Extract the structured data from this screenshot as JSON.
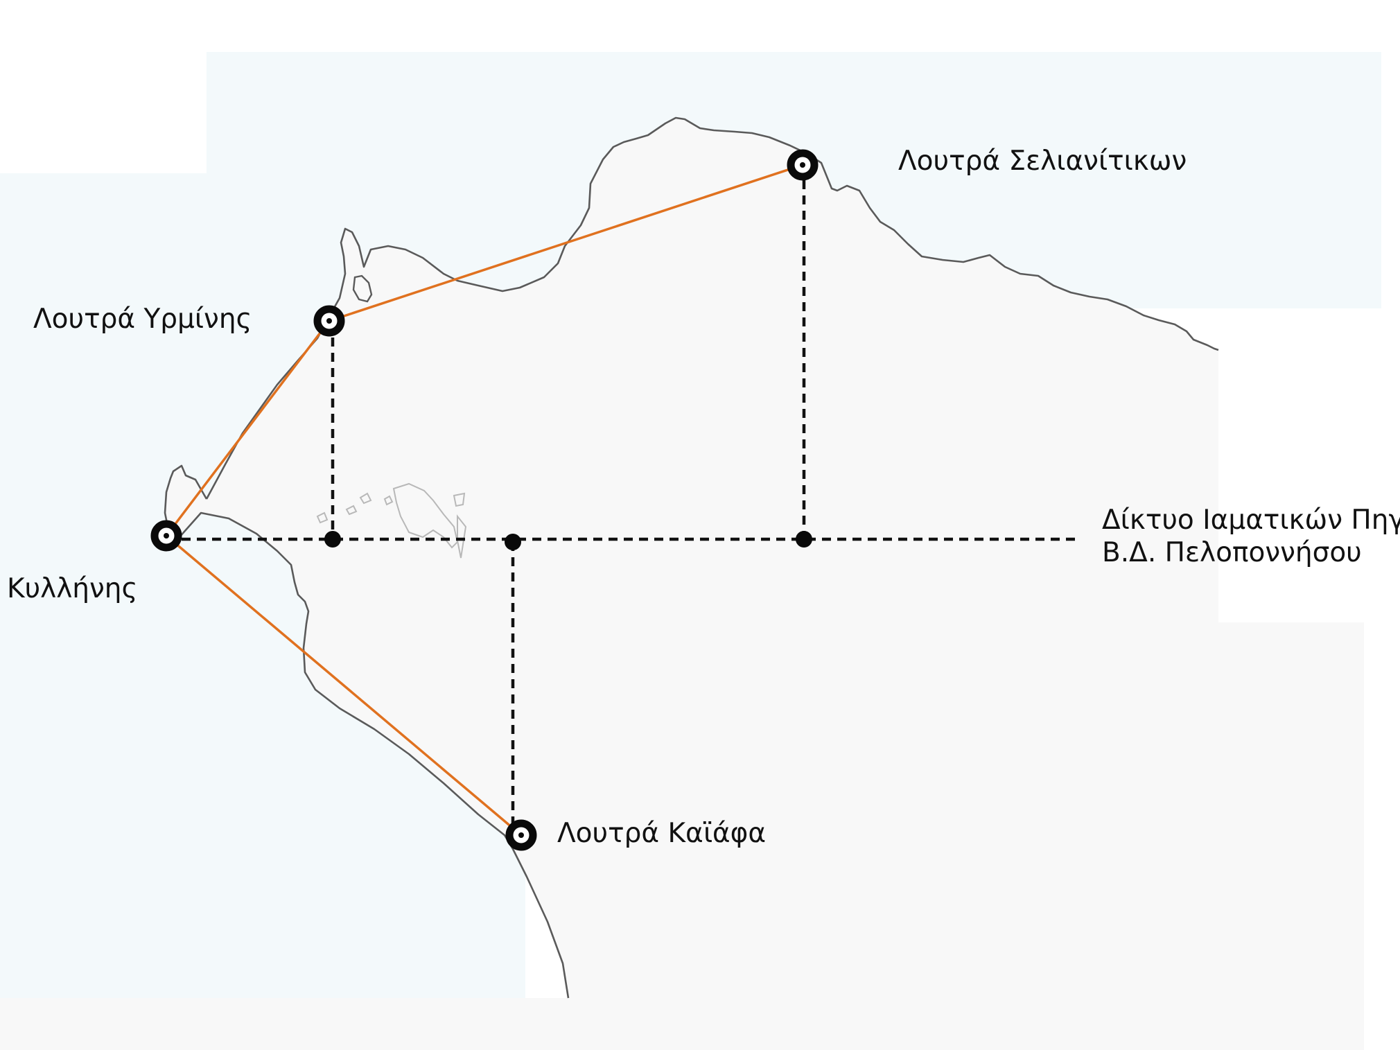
{
  "map": {
    "colors": {
      "sea": "#f3f9fb",
      "land": "#f8f8f8",
      "coastline": "#5a5a5a",
      "route": "#e0711f",
      "network_line": "#111111",
      "marker": "#0a0a0a"
    },
    "icons": {
      "station": "ring-marker-icon",
      "junction": "dot-junction-icon"
    }
  },
  "labels": {
    "selianitika": "Λουτρά Σελιανίτικων",
    "yrmini": "Λουτρά Υρμίνης",
    "kyllini": "Κυλλήνης",
    "kaiafa": "Λουτρά Καϊάφα",
    "network_line1": "Δίκτυο Ιαματικών Πηγ",
    "network_line2": "Β.Δ. Πελοποννήσου"
  }
}
